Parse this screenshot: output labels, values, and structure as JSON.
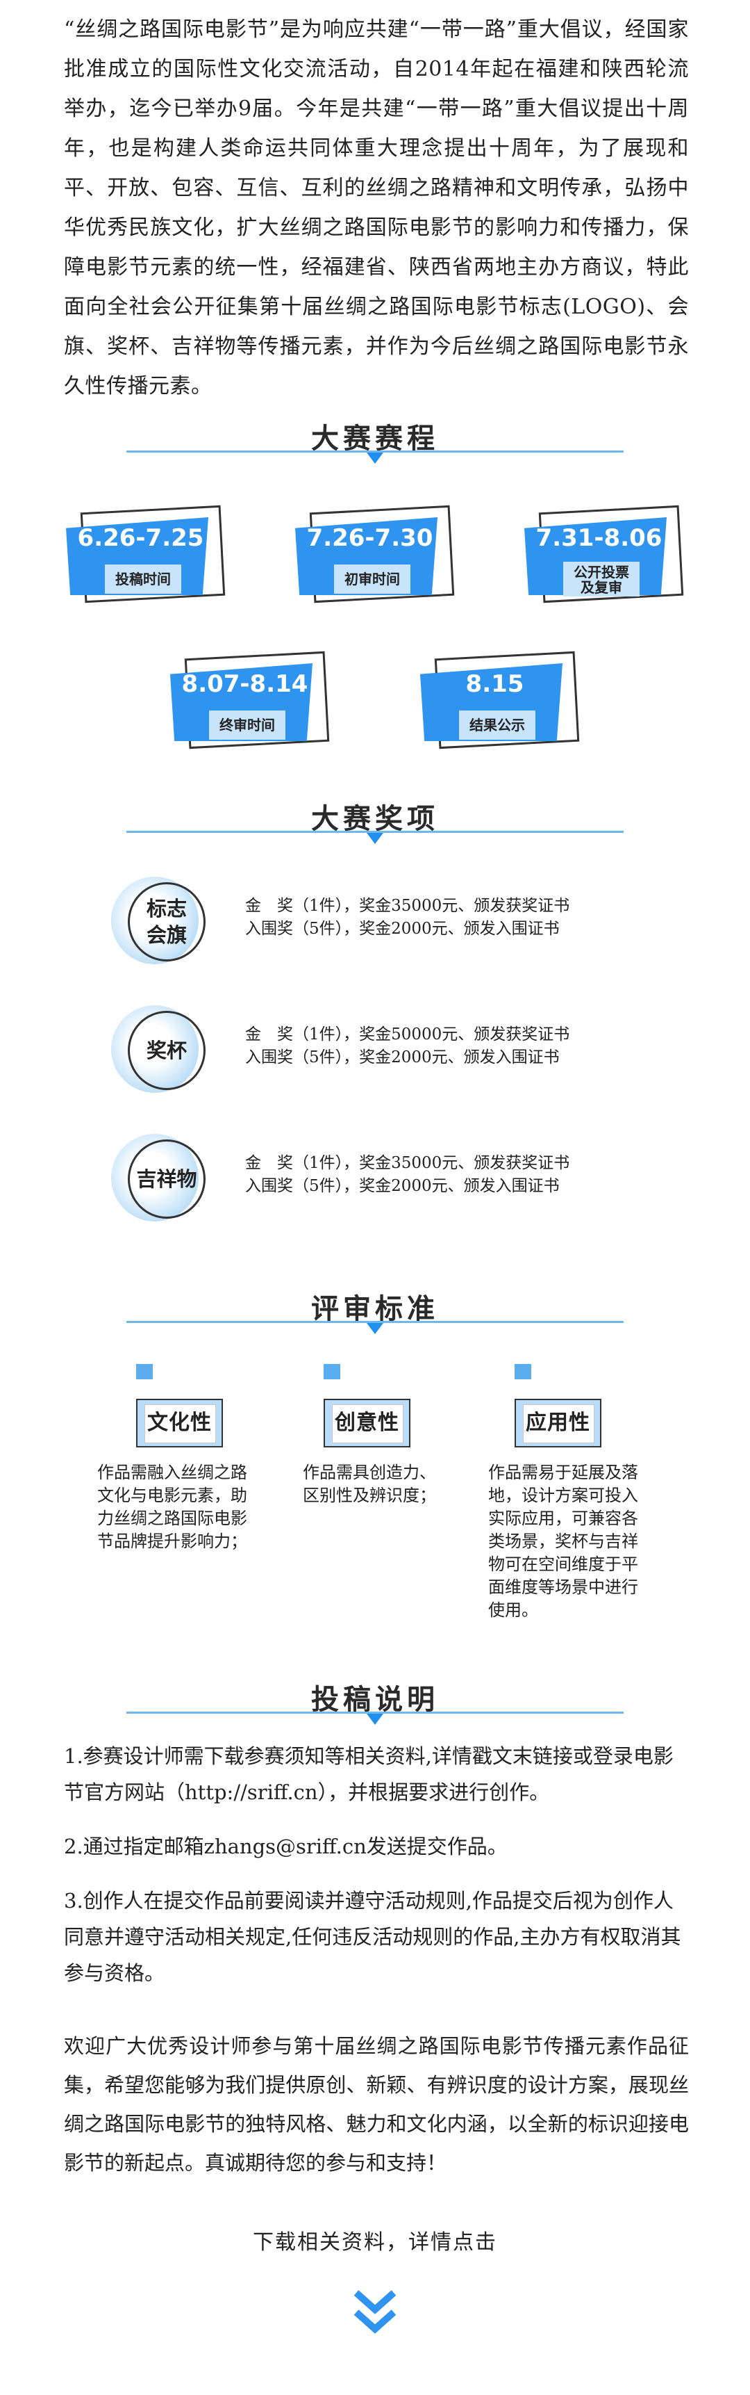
{
  "intro": "“丝绸之路国际电影节”是为响应共建“一带一路”重大倡议，经国家批准成立的国际性文化交流活动，自2014年起在福建和陕西轮流举办，迄今已举办9届。今年是共建“一带一路”重大倡议提出十周年，也是构建人类命运共同体重大理念提出十周年，为了展现和平、开放、包容、互信、互利的丝绸之路精神和文明传承，弘扬中华优秀民族文化，扩大丝绸之路国际电影节的影响力和传播力，保障电影节元素的统一性，经福建省、陕西省两地主办方商议，特此面向全社会公开征集第十届丝绸之路国际电影节标志(LOGO)、会旗、奖杯、吉祥物等传播元素，并作为今后丝绸之路国际电影节永久性传播元素。",
  "schedule": {
    "title": "大赛赛程",
    "items": [
      {
        "date": "6.26-7.25",
        "label": "投稿时间"
      },
      {
        "date": "7.26-7.30",
        "label": "初审时间"
      },
      {
        "date": "7.31-8.06",
        "label_line1": "公开投票",
        "label_line2": "及复审"
      },
      {
        "date": "8.07-8.14",
        "label": "终审时间"
      },
      {
        "date": "8.15",
        "label": "结果公示"
      }
    ]
  },
  "awards": {
    "title": "大赛奖项",
    "items": [
      {
        "name_line1": "标志",
        "name_line2": "会旗",
        "gold": "金　奖（1件），奖金35000元、颁发获奖证书",
        "finalist": "入围奖（5件），奖金2000元、颁发入围证书"
      },
      {
        "name_line1": "奖杯",
        "name_line2": "",
        "gold": "金　奖（1件），奖金50000元、颁发获奖证书",
        "finalist": "入围奖（5件），奖金2000元、颁发入围证书"
      },
      {
        "name_line1": "吉祥物",
        "name_line2": "",
        "gold": "金　奖（1件），奖金35000元、颁发获奖证书",
        "finalist": "入围奖（5件），奖金2000元、颁发入围证书"
      }
    ]
  },
  "criteria": {
    "title": "评审标准",
    "items": [
      {
        "name": "文化性",
        "desc": "作品需融入丝绸之路文化与电影元素，助力丝绸之路国际电影节品牌提升影响力；"
      },
      {
        "name": "创意性",
        "desc": "作品需具创造力、区别性及辨识度；"
      },
      {
        "name": "应用性",
        "desc": "作品需易于延展及落地，设计方案可投入实际应用，可兼容各类场景，奖杯与吉祥物可在空间维度于平面维度等场景中进行使用。"
      }
    ]
  },
  "submission": {
    "title": "投稿说明",
    "items": [
      "1.参赛设计师需下载参赛须知等相关资料,详情戳文末链接或登录电影节官方网站（http://sriff.cn），并根据要求进行创作。",
      "2.通过指定邮箱zhangs@sriff.cn发送提交作品。",
      "3.创作人在提交作品前要阅读并遵守活动规则,作品提交后视为创作人同意并遵守活动相关规定,任何违反活动规则的作品,主办方有权取消其参与资格。"
    ]
  },
  "closing": "欢迎广大优秀设计师参与第十届丝绸之路国际电影节传播元素作品征集，希望您能够为我们提供原创、新颖、有辨识度的设计方案，展现丝绸之路国际电影节的独特风格、魅力和文化内涵，以全新的标识迎接电影节的新起点。真诚期待您的参与和支持！",
  "download_text": "下载相关资料，详情点击",
  "colors": {
    "accent": "#2e94ef",
    "light": "#c8e4fb",
    "line": "#6fb7ee"
  },
  "icons": {
    "arrow": "double-chevron-down-icon"
  }
}
